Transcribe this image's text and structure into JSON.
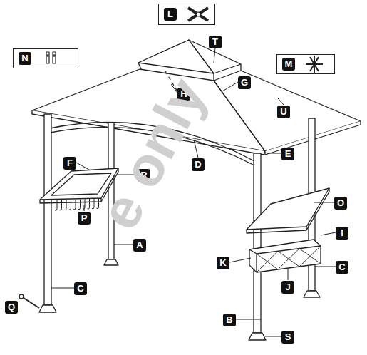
{
  "diagram": {
    "nodes": [
      {
        "text": [
          "L"
        ]
      },
      {
        "text": [
          "N"
        ]
      },
      {
        "text": [
          "T"
        ]
      },
      {
        "text": [
          "M"
        ]
      },
      {
        "text": [
          "G"
        ]
      },
      {
        "text": [
          "H"
        ]
      },
      {
        "text": [
          "U"
        ]
      },
      {
        "text": [
          "F"
        ]
      },
      {
        "text": [
          "R"
        ]
      },
      {
        "text": [
          "D"
        ]
      },
      {
        "text": [
          "E"
        ]
      },
      {
        "text": [
          "O"
        ]
      },
      {
        "text": [
          "P"
        ]
      },
      {
        "text": [
          "A"
        ]
      },
      {
        "text": [
          "I"
        ]
      },
      {
        "text": [
          "K"
        ]
      },
      {
        "text": [
          "J"
        ]
      },
      {
        "text": [
          "C"
        ]
      },
      {
        "text": [
          "Q"
        ]
      },
      {
        "text": [
          "C"
        ]
      },
      {
        "text": [
          "B"
        ]
      },
      {
        "text": [
          "S"
        ]
      }
    ],
    "labels": [
      "e only"
    ]
  }
}
